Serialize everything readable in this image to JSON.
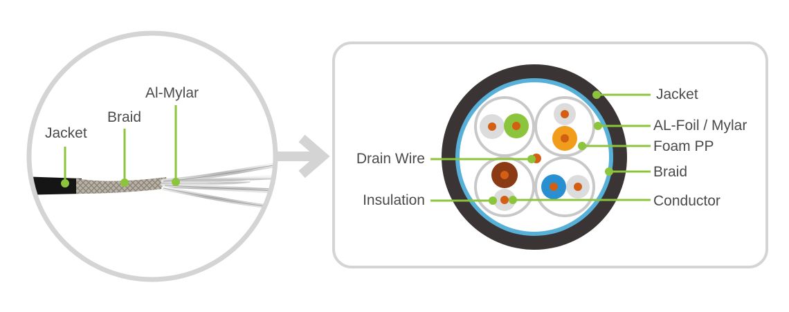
{
  "colors": {
    "leader": "#8cc43c",
    "frame": "#d4d4d4",
    "jacket": "#3a3435",
    "braid": "#56b0d8",
    "foil": "#c8c8c8",
    "conductor": "#d35f14",
    "pair_green": "#8cc43c",
    "pair_orange": "#f29c1c",
    "pair_brown": "#8a3a14",
    "pair_blue": "#2a8fd0",
    "insulation_white": "#e0e0e0"
  },
  "photo_labels": {
    "jacket": "Jacket",
    "braid": "Braid",
    "al_mylar": "Al-Mylar"
  },
  "section_labels": {
    "jacket": "Jacket",
    "al_foil": "AL-Foil / Mylar",
    "foam_pp": "Foam PP",
    "braid": "Braid",
    "conductor": "Conductor",
    "drain_wire": "Drain Wire",
    "insulation": "Insulation"
  }
}
